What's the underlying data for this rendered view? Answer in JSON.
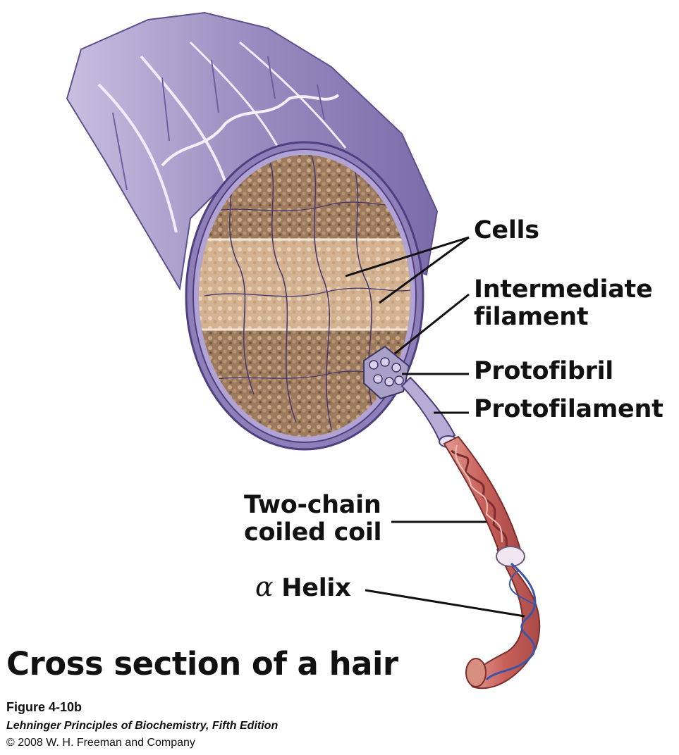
{
  "labels": {
    "cells": "Cells",
    "intermediate_filament": [
      "Intermediate",
      "filament"
    ],
    "protofibril": "Protofibril",
    "protofilament": "Protofilament",
    "two_chain_coiled_coil": [
      "Two-chain",
      "coiled coil"
    ],
    "alpha_symbol": "α",
    "helix": "Helix"
  },
  "caption": {
    "title": "Cross section of a hair",
    "figure": "Figure 4-10b",
    "book": "Lehninger Principles of Biochemistry, Fifth Edition",
    "copyright": "© 2008 W. H. Freeman and Company"
  },
  "colors": {
    "fiber": "#9a8cc0",
    "fiber_dark": "#5e4f8e",
    "cross_section": "#9c7a5e",
    "cross_section_light": "#d9bc9a",
    "helix": "#c8605a",
    "helix_stripe": "#3a55a8"
  }
}
